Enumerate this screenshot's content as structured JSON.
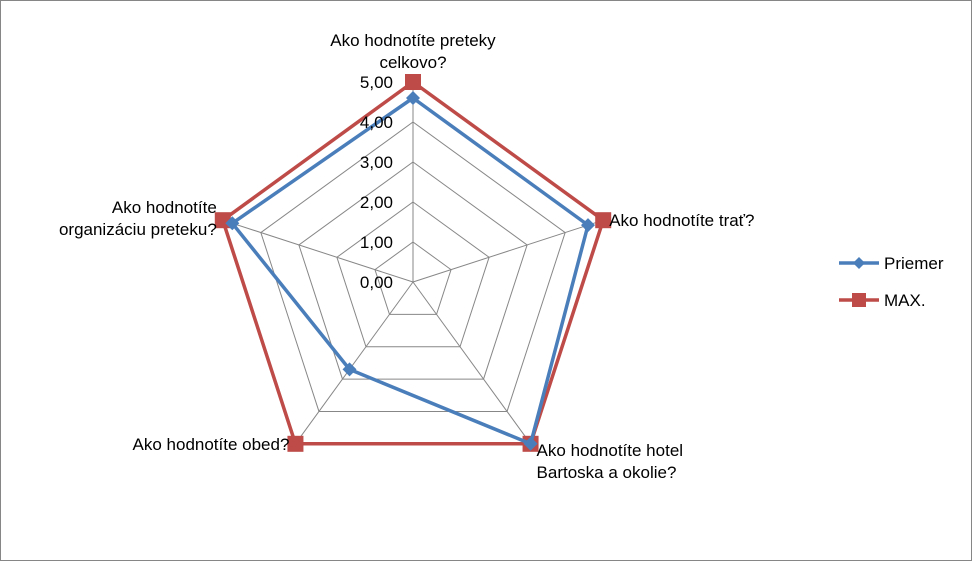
{
  "chart_data": {
    "type": "radar",
    "categories": [
      [
        "Ako hodnotíte preteky",
        "celkovo?"
      ],
      [
        "Ako hodnotíte trať?"
      ],
      [
        "Ako hodnotíte hotel",
        "Bartoska a okolie?"
      ],
      [
        "Ako hodnotíte obed?"
      ],
      [
        "Ako hodnotíte",
        "organizáciu preteku?"
      ]
    ],
    "series": [
      {
        "name": "Priemer",
        "color": "#4a7ebb",
        "marker": "diamond",
        "values": [
          4.6,
          4.6,
          5.0,
          2.7,
          4.75
        ]
      },
      {
        "name": "MAX.",
        "color": "#be4b48",
        "marker": "square",
        "values": [
          5,
          5,
          5,
          5,
          5
        ]
      }
    ],
    "rlim": [
      0,
      5
    ],
    "ticks": [
      "0,00",
      "1,00",
      "2,00",
      "3,00",
      "4,00",
      "5,00"
    ],
    "legend": "right",
    "grid": true
  }
}
